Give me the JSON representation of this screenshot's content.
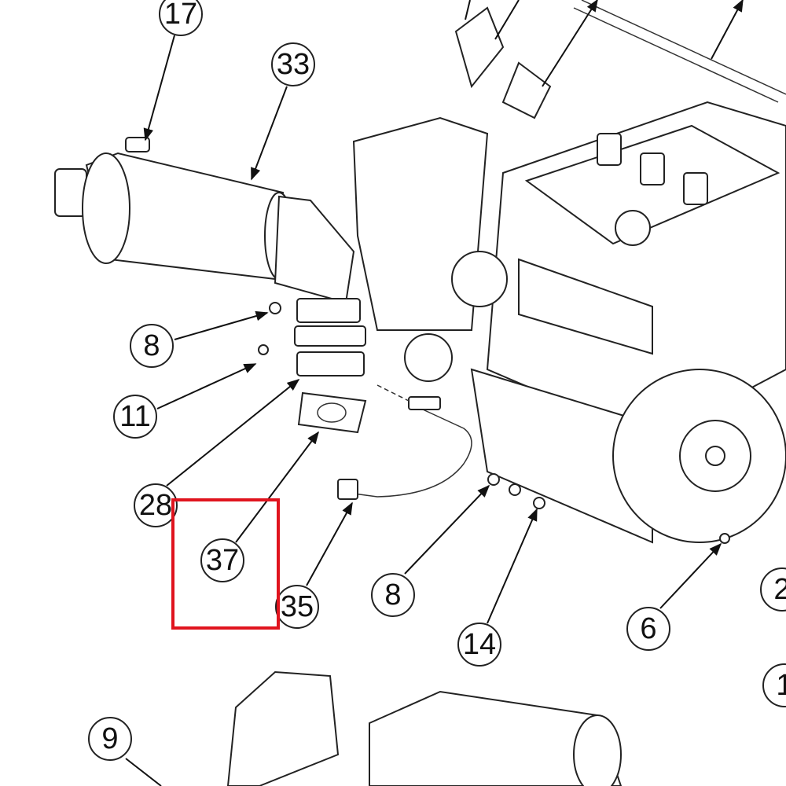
{
  "callouts": [
    {
      "id": "17",
      "label": "17"
    },
    {
      "id": "33",
      "label": "33"
    },
    {
      "id": "8a",
      "label": "8"
    },
    {
      "id": "11",
      "label": "11"
    },
    {
      "id": "28",
      "label": "28"
    },
    {
      "id": "37",
      "label": "37"
    },
    {
      "id": "35",
      "label": "35"
    },
    {
      "id": "8b",
      "label": "8"
    },
    {
      "id": "14",
      "label": "14"
    },
    {
      "id": "6",
      "label": "6"
    },
    {
      "id": "9",
      "label": "9"
    },
    {
      "id": "2",
      "label": "2"
    },
    {
      "id": "1",
      "label": "1"
    }
  ],
  "highlight": {
    "target": "37",
    "color": "#e0141e"
  },
  "colors": {
    "line": "#222222",
    "background": "#ffffff"
  }
}
